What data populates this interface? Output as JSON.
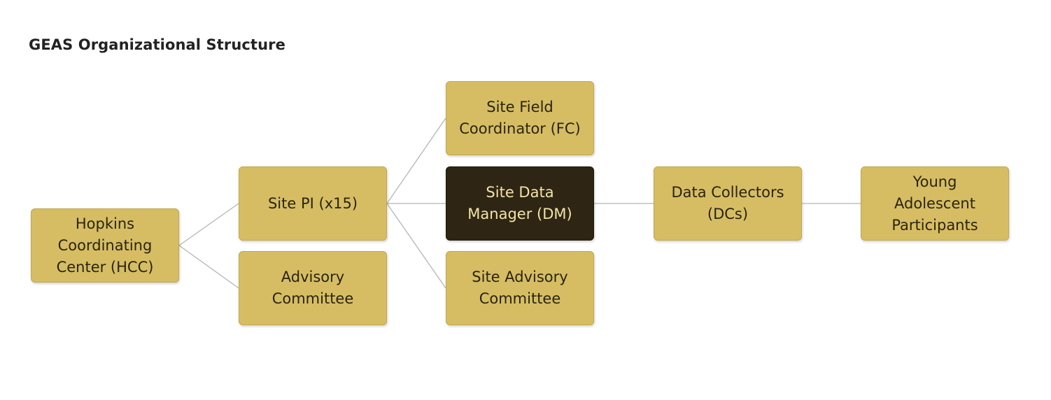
{
  "title": "GEAS Organizational Structure",
  "nodes": {
    "hcc": "Hopkins\nCoordinating\nCenter (HCC)",
    "site_pi": "Site PI (x15)",
    "advisory": "Advisory\nCommittee",
    "site_fc": "Site Field\nCoordinator (FC)",
    "site_dm": "Site Data\nManager (DM)",
    "site_advisory": "Site Advisory\nCommittee",
    "data_collectors": "Data Collectors\n(DCs)",
    "participants": "Young\nAdolescent\nParticipants"
  },
  "colors": {
    "node_fill": "#d6bd64",
    "node_dark_fill": "#2e2514",
    "node_dark_text": "#f2e3a6",
    "connector": "#b5b5b5"
  }
}
